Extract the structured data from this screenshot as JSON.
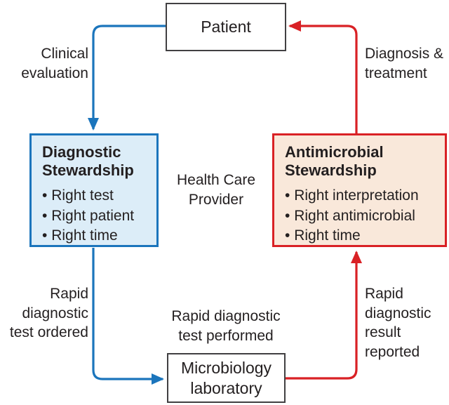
{
  "colors": {
    "blue": "#1b75bc",
    "blue_fill": "#dcedf8",
    "red": "#d92125",
    "red_fill": "#f9e8da",
    "text": "#231f20",
    "box_border": "#414042"
  },
  "nodes": {
    "patient": {
      "label": "Patient"
    },
    "microbiology_lab": {
      "label": "Microbiology\nlaboratory"
    },
    "health_care_provider": {
      "label": "Health Care\nProvider"
    },
    "diagnostic_stewardship": {
      "title": "Diagnostic\nStewardship",
      "bullets": [
        "Right test",
        "Right patient",
        "Right time"
      ]
    },
    "antimicrobial_stewardship": {
      "title": "Antimicrobial\nStewardship",
      "bullets": [
        "Right interpretation",
        "Right antimicrobial",
        "Right time"
      ]
    }
  },
  "edge_labels": {
    "clinical_evaluation": "Clinical\nevaluation",
    "diagnosis_treatment": "Diagnosis &\ntreatment",
    "rapid_test_ordered": "Rapid\ndiagnostic\ntest ordered",
    "rapid_test_performed": "Rapid diagnostic\ntest performed",
    "rapid_result_reported": "Rapid\ndiagnostic\nresult\nreported"
  }
}
